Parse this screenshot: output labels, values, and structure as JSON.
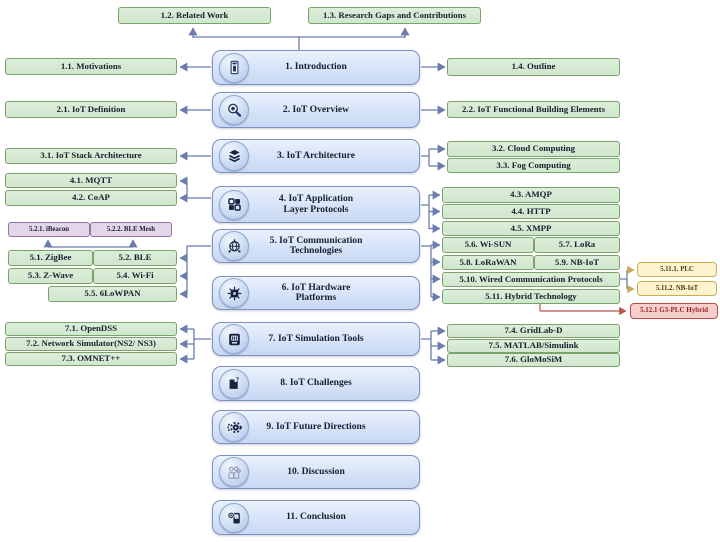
{
  "diagram_title": "IoT survey paper structure flowchart",
  "colors": {
    "green_fill": "#d5e8d4",
    "green_border": "#7aa36b",
    "blue_fill": "#dae8fc",
    "blue_border": "#8191bf",
    "purple_fill": "#e3d6e9",
    "purple_border": "#9673a6",
    "yellow_fill": "#fdf3cf",
    "yellow_border": "#cfae4e",
    "red_fill": "#f6cfcd",
    "red_border": "#bc4b44",
    "connector": "#6b7cad",
    "connector_yellow": "#c9ab55",
    "connector_red": "#b85450"
  },
  "chapters": {
    "c1": {
      "label": "1. Introduction",
      "icon": "journal-icon"
    },
    "c2": {
      "label": "2. IoT Overview",
      "icon": "magnifier-icon"
    },
    "c3": {
      "label": "3. IoT Architecture",
      "icon": "layers-icon"
    },
    "c4": {
      "label": "4. IoT Application",
      "label2": "Layer Protocols",
      "icon": "app-grid-icon"
    },
    "c5": {
      "label": "5. IoT Communication",
      "label2": "Technologies",
      "icon": "globe-network-icon"
    },
    "c6": {
      "label": "6. IoT Hardware",
      "label2": "Platforms",
      "icon": "chip-icon"
    },
    "c7": {
      "label": "7. IoT Simulation Tools",
      "icon": "monitor-icon"
    },
    "c8": {
      "label": "8. IoT Challenges",
      "icon": "challenges-icon"
    },
    "c9": {
      "label": "9. IoT Future Directions",
      "icon": "gear-arrows-icon"
    },
    "c10": {
      "label": "10. Discussion",
      "icon": "people-icon"
    },
    "c11": {
      "label": "11. Conclusion",
      "icon": "conclusion-stamp-icon"
    }
  },
  "subsections": {
    "s1_1": "1.1. Motivations",
    "s1_2": "1.2. Related Work",
    "s1_3": "1.3. Research Gaps and Contributions",
    "s1_4": "1.4. Outline",
    "s2_1": "2.1. IoT Definition",
    "s2_2": "2.2. IoT Functional Building Elements",
    "s3_1": "3.1. IoT Stack Architecture",
    "s3_2": "3.2. Cloud Computing",
    "s3_3": "3.3. Fog Computing",
    "s4_1": "4.1. MQTT",
    "s4_2": "4.2. CoAP",
    "s4_3": "4.3. AMQP",
    "s4_4": "4.4. HTTP",
    "s4_5": "4.5. XMPP",
    "s5_1": "5.1. ZigBee",
    "s5_2": "5.2. BLE",
    "s5_2_1": "5.2.1. iBeacon",
    "s5_2_2": "5.2.2. BLE Mesh",
    "s5_3": "5.3. Z-Wave",
    "s5_4": "5.4. Wi-Fi",
    "s5_5": "5.5. 6LoWPAN",
    "s5_6": "5.6. Wi-SUN",
    "s5_7": "5.7. LoRa",
    "s5_8": "5.8. LoRaWAN",
    "s5_9": "5.9. NB-IoT",
    "s5_10": "5.10. Wired Communication Protocols",
    "s5_11": "5.11. Hybrid Technology",
    "s5_11_1": "5.11.1. PLC",
    "s5_11_2": "5.11.2. NB-IoT",
    "s5_12_1": "5.12.1 G3-PLC Hybrid",
    "s7_1": "7.1. OpenDSS",
    "s7_2": "7.2. Network Simulator(NS2/ NS3)",
    "s7_3": "7.3. OMNET++",
    "s7_4": "7.4. GridLab-D",
    "s7_5": "7.5. MATLAB/Simulink",
    "s7_6": "7.6. GloMoSiM"
  }
}
